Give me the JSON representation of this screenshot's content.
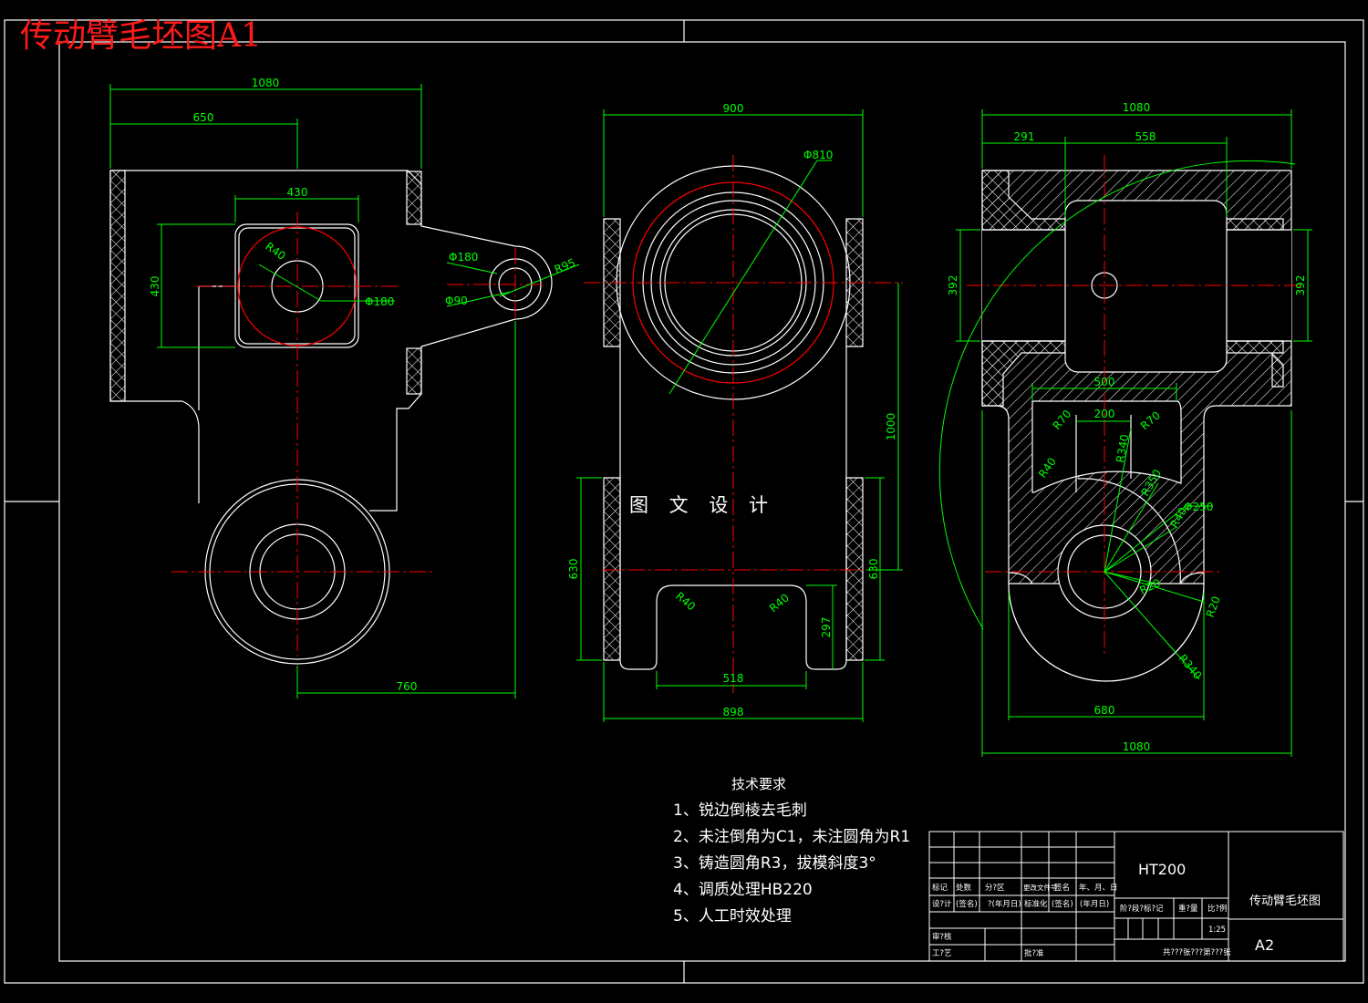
{
  "title": "传动臂毛坯图A1",
  "watermark": "图 文 设 计",
  "tech_requirements": {
    "heading": "技术要求",
    "items": [
      "1、锐边倒棱去毛刺",
      "2、未注倒角为C1，未注圆角为R1",
      "3、铸造圆角R3，拔模斜度3°",
      "4、调质处理HB220",
      "5、人工时效处理"
    ]
  },
  "views": {
    "front": {
      "dims": [
        "1080",
        "650",
        "430",
        "430",
        "760"
      ],
      "callouts": [
        "R40",
        "Φ180",
        "Φ180",
        "Φ90",
        "R95"
      ]
    },
    "side": {
      "dims": [
        "900",
        "1000",
        "630",
        "630",
        "297",
        "518",
        "898"
      ],
      "callouts": [
        "Φ810",
        "R40",
        "R40"
      ]
    },
    "section": {
      "dims": [
        "1080",
        "291",
        "558",
        "392",
        "392",
        "500",
        "200",
        "680",
        "1080"
      ],
      "callouts": [
        "R70",
        "R70",
        "R340",
        "R40",
        "R350",
        "Φ250",
        "R40",
        "R20",
        "R20",
        "R340"
      ]
    }
  },
  "title_block": {
    "material": "HT200",
    "part_name": "传动臂毛坯图",
    "sheet_size": "A2",
    "scale": "1:25",
    "revision_headers": [
      "标记",
      "处数",
      "分?区",
      "更改文件号",
      "签名",
      "年、月、日"
    ],
    "row_design": [
      "设?计",
      "(签名)",
      "?(年月日)",
      "标准化",
      "(签名)",
      "(年月日)"
    ],
    "row_review": "审?核",
    "row_process": "工?艺",
    "row_approve": "批?准",
    "stage_headers": [
      "阶?段?标?记",
      "重?量",
      "比?例"
    ],
    "sheet_info": "共???张???第???张"
  },
  "colors": {
    "outline": "#ffffff",
    "dimension": "#00ff00",
    "centerline": "#ff0000",
    "title": "#ff1a1a"
  }
}
